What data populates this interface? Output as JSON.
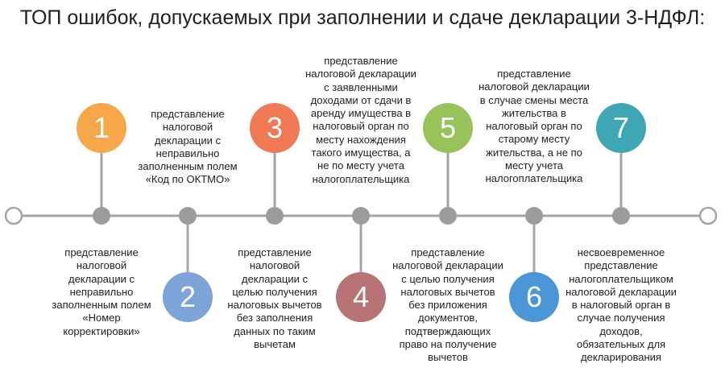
{
  "title": "ТОП ошибок, допускаемых при заполнении и сдаче декларации 3-НДФЛ:",
  "colors": {
    "line": "#a5a5a5",
    "dot": "#9c9c9c",
    "step1": "#f5a74a",
    "step2": "#7ea3d9",
    "step3": "#ef7a55",
    "step4": "#b87475",
    "step5": "#98c25a",
    "step6": "#4a96d6",
    "step7": "#3fa6b6"
  },
  "steps": [
    {
      "number": "1",
      "text": "представление\nналоговой\nдекларации с\nнеправильно\nзаполненным полем\n«Номер\nкорректировки»"
    },
    {
      "number": "2",
      "text": "представление\nналоговой\nдекларации с\nнеправильно\nзаполненным полем\n«Код по ОКТМО»"
    },
    {
      "number": "3",
      "text": "представление\nналоговой\nдекларации с\nцелью получения\nналоговых вычетов\nбез заполнения\nданных по таким\nвычетам"
    },
    {
      "number": "4",
      "text": "представление\nналоговой декларации\nс заявленными\nдоходами от сдачи в\nаренду имущества в\nналоговый орган по\nместу нахождения\nтакого имущества, а\nне по месту учета\nналогоплательщика"
    },
    {
      "number": "5",
      "text": "представление\nналоговой декларации\nс целью получения\nналоговых вычетов\nбез приложения\nдокументов,\nподтверждающих\nправо на получение\nвычетов"
    },
    {
      "number": "6",
      "text": "представление\nналоговой декларации\nв случае смены места\nжительства в\nналоговый орган по\nстарому месту\nжительства, а не по\nместу учета\nналогоплательщика"
    },
    {
      "number": "7",
      "text": "несвоевременное\nпредставление\nналогоплательщиком\nналоговой декларации\nв налоговый орган в\nслучае получения\nдоходов,\nобязательных для\nдекларирования"
    }
  ]
}
